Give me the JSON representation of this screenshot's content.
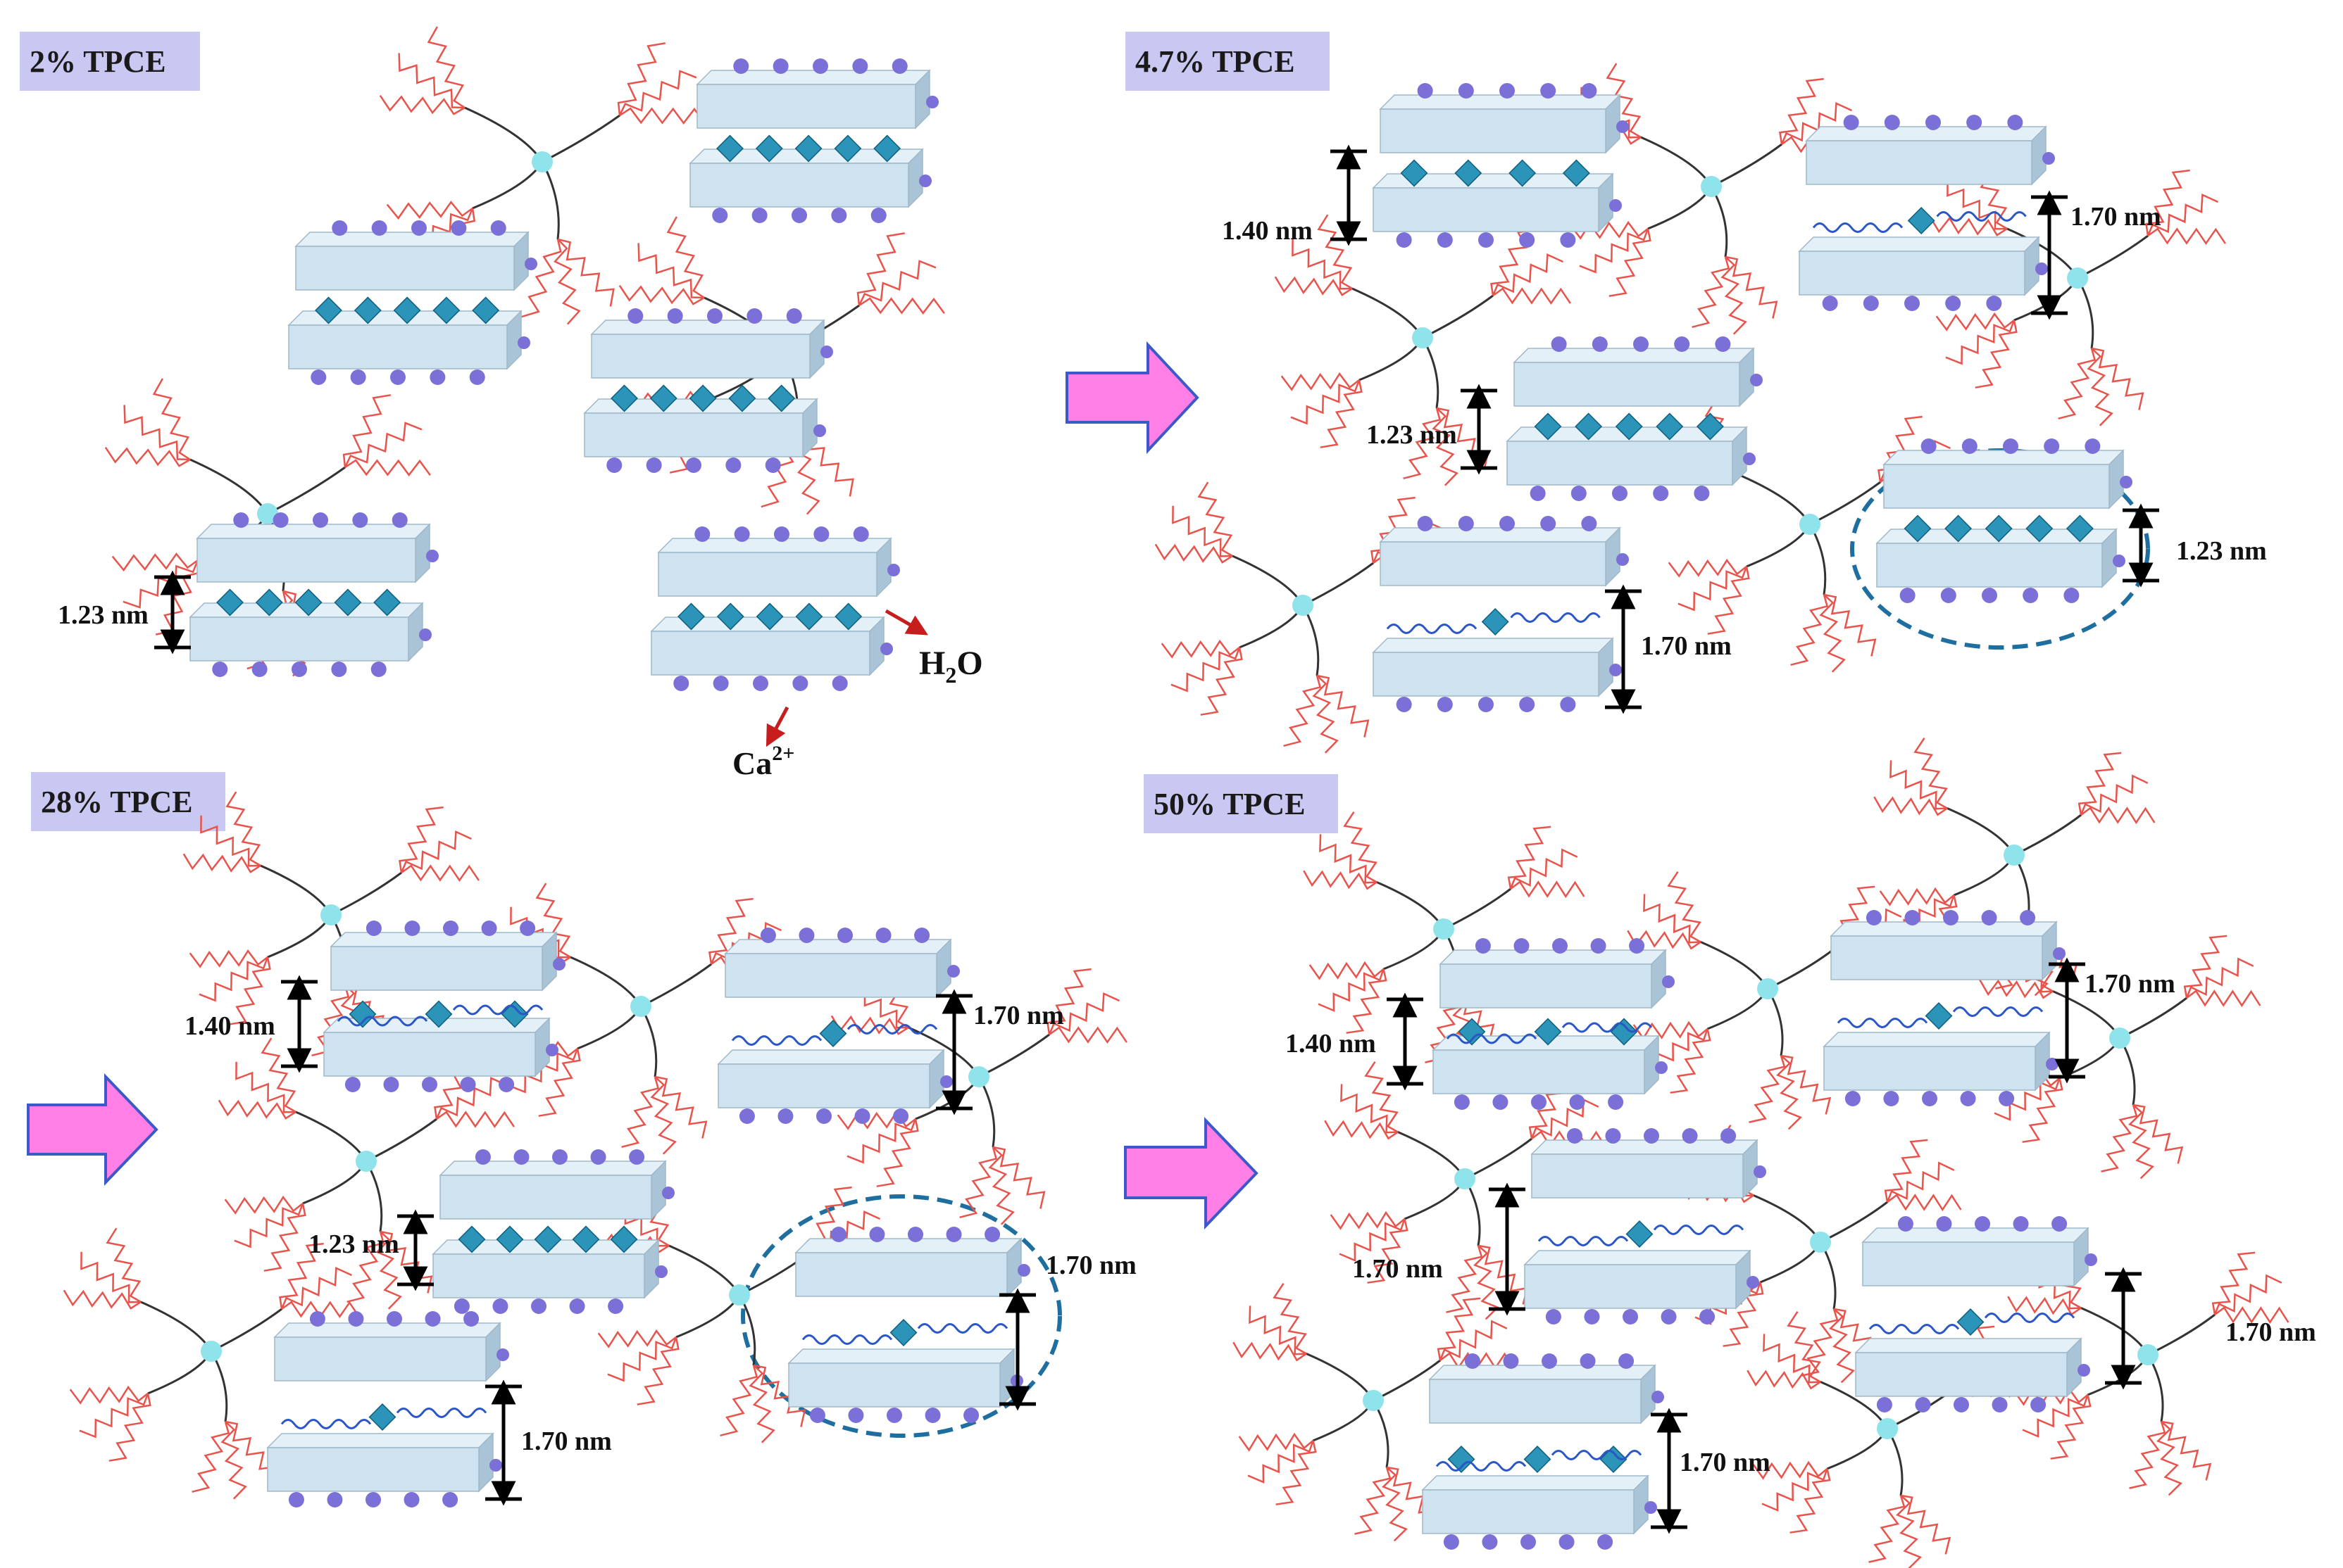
{
  "panels": [
    {
      "title": "2% TPCE",
      "layers": [
        {
          "spacing": "1.23 nm",
          "guests": 5,
          "polymer": false
        },
        {
          "spacing": "1.23 nm",
          "guests": 5,
          "polymer": false
        },
        {
          "spacing": "1.23 nm",
          "guests": 5,
          "polymer": false
        },
        {
          "spacing": "1.23 nm",
          "guests": 5,
          "polymer": false
        },
        {
          "spacing": "1.23 nm",
          "guests": 5,
          "polymer": false
        }
      ],
      "annotations": {
        "water": "H",
        "water_sub": "2",
        "water_tail": "O",
        "calcium": "Ca",
        "calcium_sup": "2+"
      }
    },
    {
      "title": "4.7% TPCE"
    },
    {
      "title": "28% TPCE"
    },
    {
      "title": "50% TPCE"
    }
  ],
  "spacing_labels": {
    "s123": "1.23 nm",
    "s140": "1.40 nm",
    "s170": "1.70 nm"
  },
  "colors": {
    "slab_fill": "#cfe2ef",
    "slab_top": "#e4f0f8",
    "slab_side": "#a9c4d6",
    "ion": "#7b6fd8",
    "guest": "#2b94b8",
    "polymer_core": "#8fe3ea",
    "red_chain": "#e8534c",
    "blue_chain": "#2a56c8",
    "arrow": "#ff7fe6",
    "arrow_border": "#3b59c8",
    "title_bg": "#c9c8f2",
    "dashed_circle": "#1e6fa0"
  }
}
